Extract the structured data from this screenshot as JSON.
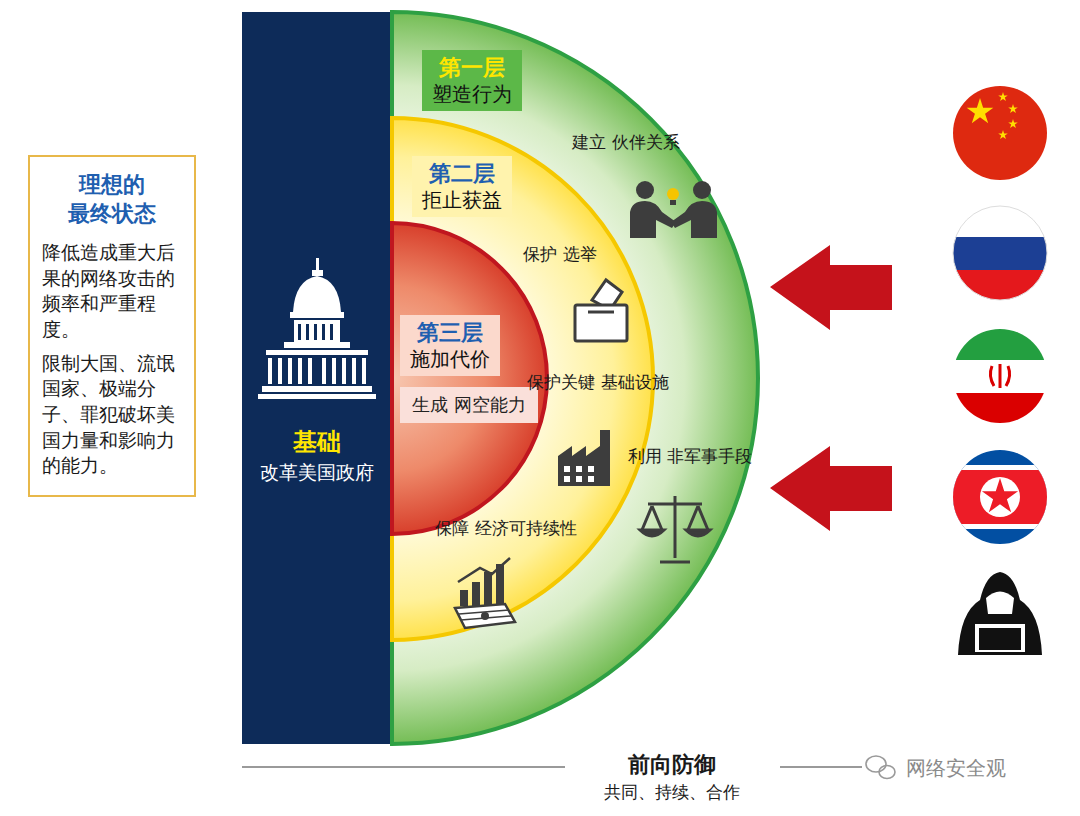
{
  "diagram": {
    "nodes": [
      {
        "text": [
          "理想的 最终状态",
          "降低造成重大后果的网络攻击的频率和严重程度。",
          "限制大国、流氓国家、极端分子、罪犯破坏美国力量和影响力的能力。"
        ]
      },
      {
        "text": [
          "基础",
          "改革美国政府"
        ]
      },
      {
        "text": [
          "第一层",
          "塑造行为"
        ]
      },
      {
        "text": [
          "第二层",
          "拒止获益"
        ],
        "in": 2
      },
      {
        "text": [
          "第三层",
          "施加代价"
        ],
        "in": 3
      },
      {
        "text": [
          "生成 网空能力"
        ],
        "in": 4
      }
    ],
    "labels": [
      "建立 伙伴关系",
      "保护 选举",
      "保护关键 基础设施",
      "利用 非军事手段",
      "保障 经济可持续性",
      "前向防御",
      "共同、持续、合作",
      "网络安全观"
    ]
  }
}
